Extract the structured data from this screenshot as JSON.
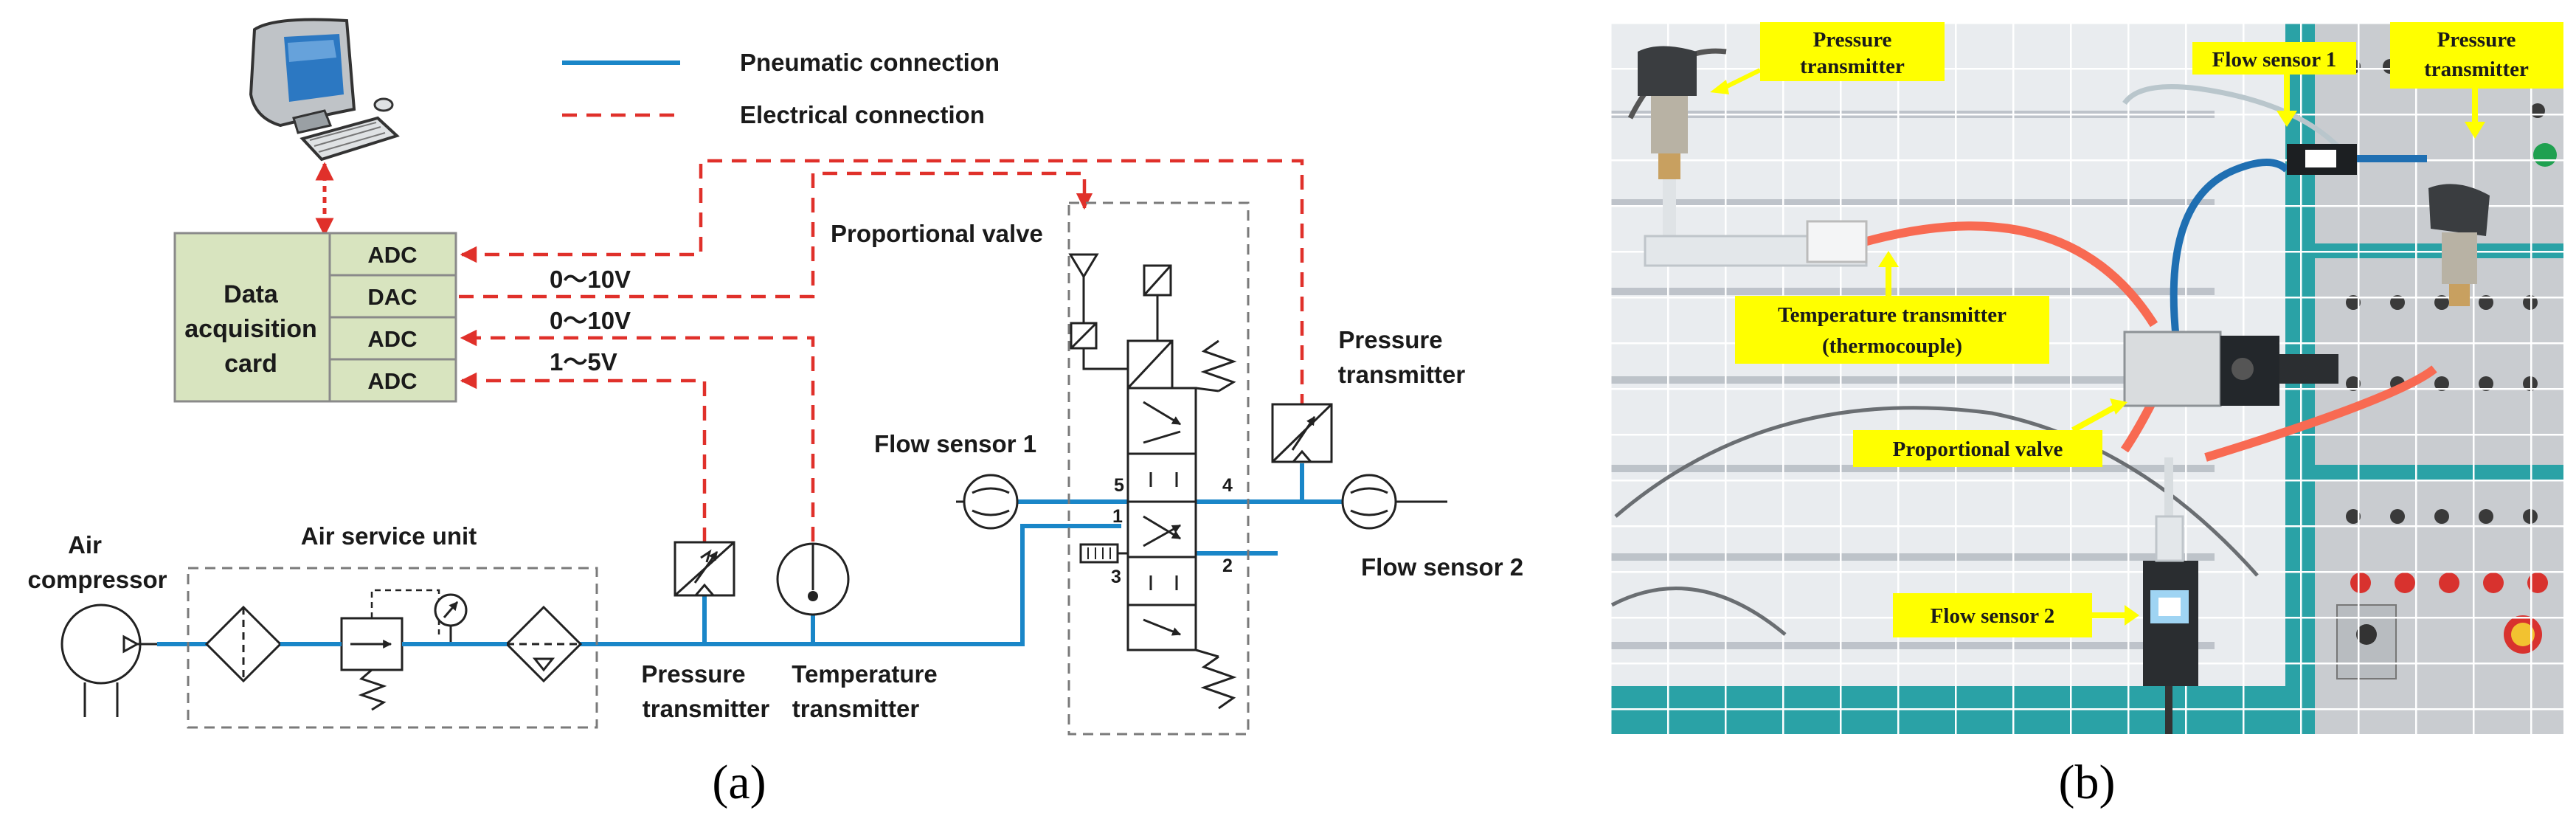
{
  "legend": {
    "pneumatic": "Pneumatic connection",
    "electrical": "Electrical connection"
  },
  "daq": {
    "title_lines": [
      "Data",
      "acquisition",
      "card"
    ],
    "ports": [
      "ADC",
      "DAC",
      "ADC",
      "ADC"
    ]
  },
  "signals": [
    "0～10V",
    "0～10V",
    "1～5V"
  ],
  "labels_a": {
    "proportional_valve": "Proportional valve",
    "pressure_transmitter_right": [
      "Pressure",
      "transmitter"
    ],
    "flow_sensor_1": "Flow sensor 1",
    "flow_sensor_2": "Flow sensor 2",
    "air_compressor": [
      "Air",
      "compressor"
    ],
    "air_service_unit": "Air service unit",
    "pressure_transmitter_bottom": [
      "Pressure",
      "transmitter"
    ],
    "temperature_transmitter": [
      "Temperature",
      "transmitter"
    ],
    "port_numbers": [
      "5",
      "4",
      "1",
      "2",
      "3"
    ]
  },
  "labels_b": {
    "pressure_transmitter_left": [
      "Pressure",
      "transmitter"
    ],
    "flow_sensor_1": "Flow sensor 1",
    "pressure_transmitter_right": [
      "Pressure",
      "transmitter"
    ],
    "temperature_transmitter": [
      "Temperature transmitter",
      "(thermocouple)"
    ],
    "proportional_valve": "Proportional  valve",
    "flow_sensor_2": "Flow sensor 2"
  },
  "captions": {
    "a": "(a)",
    "b": "(b)"
  },
  "colors": {
    "pneumatic": "#1a86c8",
    "electrical": "#e0302a",
    "daq_fill": "#d8e4bf",
    "callout_fill": "#ffff00",
    "photo_panel": "#e9ecef",
    "photo_teal": "#2aa2a6"
  },
  "icons": [
    "computer-icon",
    "compressor-symbol",
    "filter-symbol",
    "regulator-symbol",
    "gauge-symbol",
    "lubricator-symbol",
    "transducer-symbol",
    "thermometer-symbol",
    "flow-meter-symbol",
    "valve-symbol",
    "silencer-symbol",
    "spring-symbol"
  ]
}
